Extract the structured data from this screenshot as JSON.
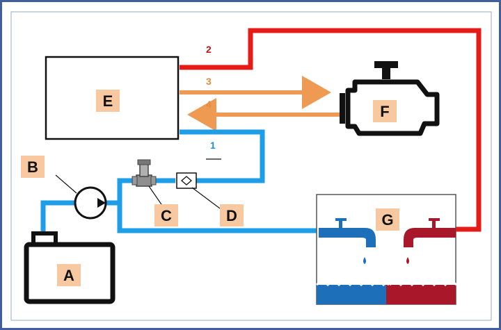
{
  "labels": {
    "A": "A",
    "B": "B",
    "C": "C",
    "D": "D",
    "E": "E",
    "F": "F",
    "G": "G"
  },
  "lines": {
    "line1": "1",
    "line2": "2",
    "line3": "3",
    "line4": "4"
  },
  "colors": {
    "frame_border": "#3f5f9f",
    "cold_line": "#1e9ee6",
    "hot_line": "#e41b17",
    "signal_line": "#ef9a52",
    "label_box": "#f8c9a0",
    "cold_water": "#1c6fb8",
    "hot_water": "#a8182a",
    "outline": "#111111"
  }
}
